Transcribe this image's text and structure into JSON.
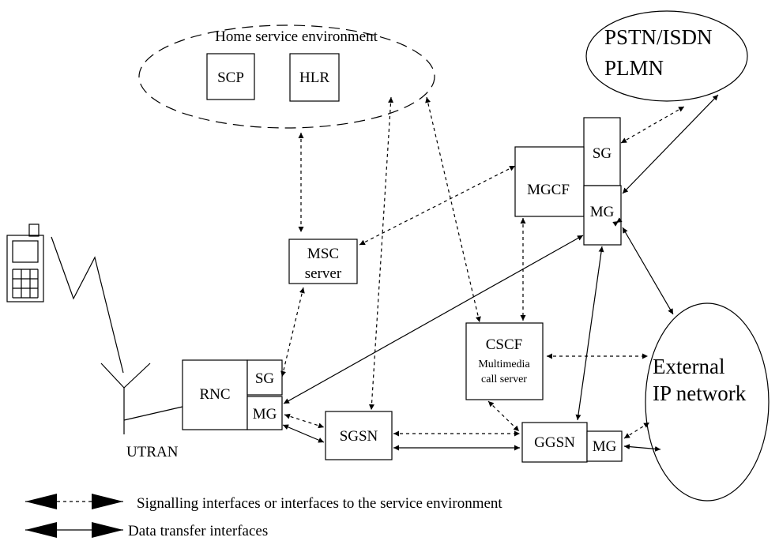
{
  "clouds": {
    "home": "Home service environment",
    "pstn_line1": "PSTN/ISDN",
    "pstn_line2": "PLMN",
    "ext_line1": "External",
    "ext_line2": "IP network"
  },
  "nodes": {
    "scp": "SCP",
    "hlr": "HLR",
    "sg_top": "SG",
    "mgcf": "MGCF",
    "mg_top": "MG",
    "msc_line1": "MSC",
    "msc_line2": "server",
    "rnc": "RNC",
    "sg_rnc": "SG",
    "mg_rnc": "MG",
    "cscf_line1": "CSCF",
    "cscf_line2": "Multimedia",
    "cscf_line3": "call server",
    "sgsn": "SGSN",
    "ggsn": "GGSN",
    "mg_ggsn": "MG",
    "utran": "UTRAN"
  },
  "legend": {
    "signalling": "Signalling interfaces or interfaces to the service environment",
    "data": "Data transfer interfaces"
  },
  "colors": {
    "ink": "#000000",
    "background": "#ffffff"
  }
}
